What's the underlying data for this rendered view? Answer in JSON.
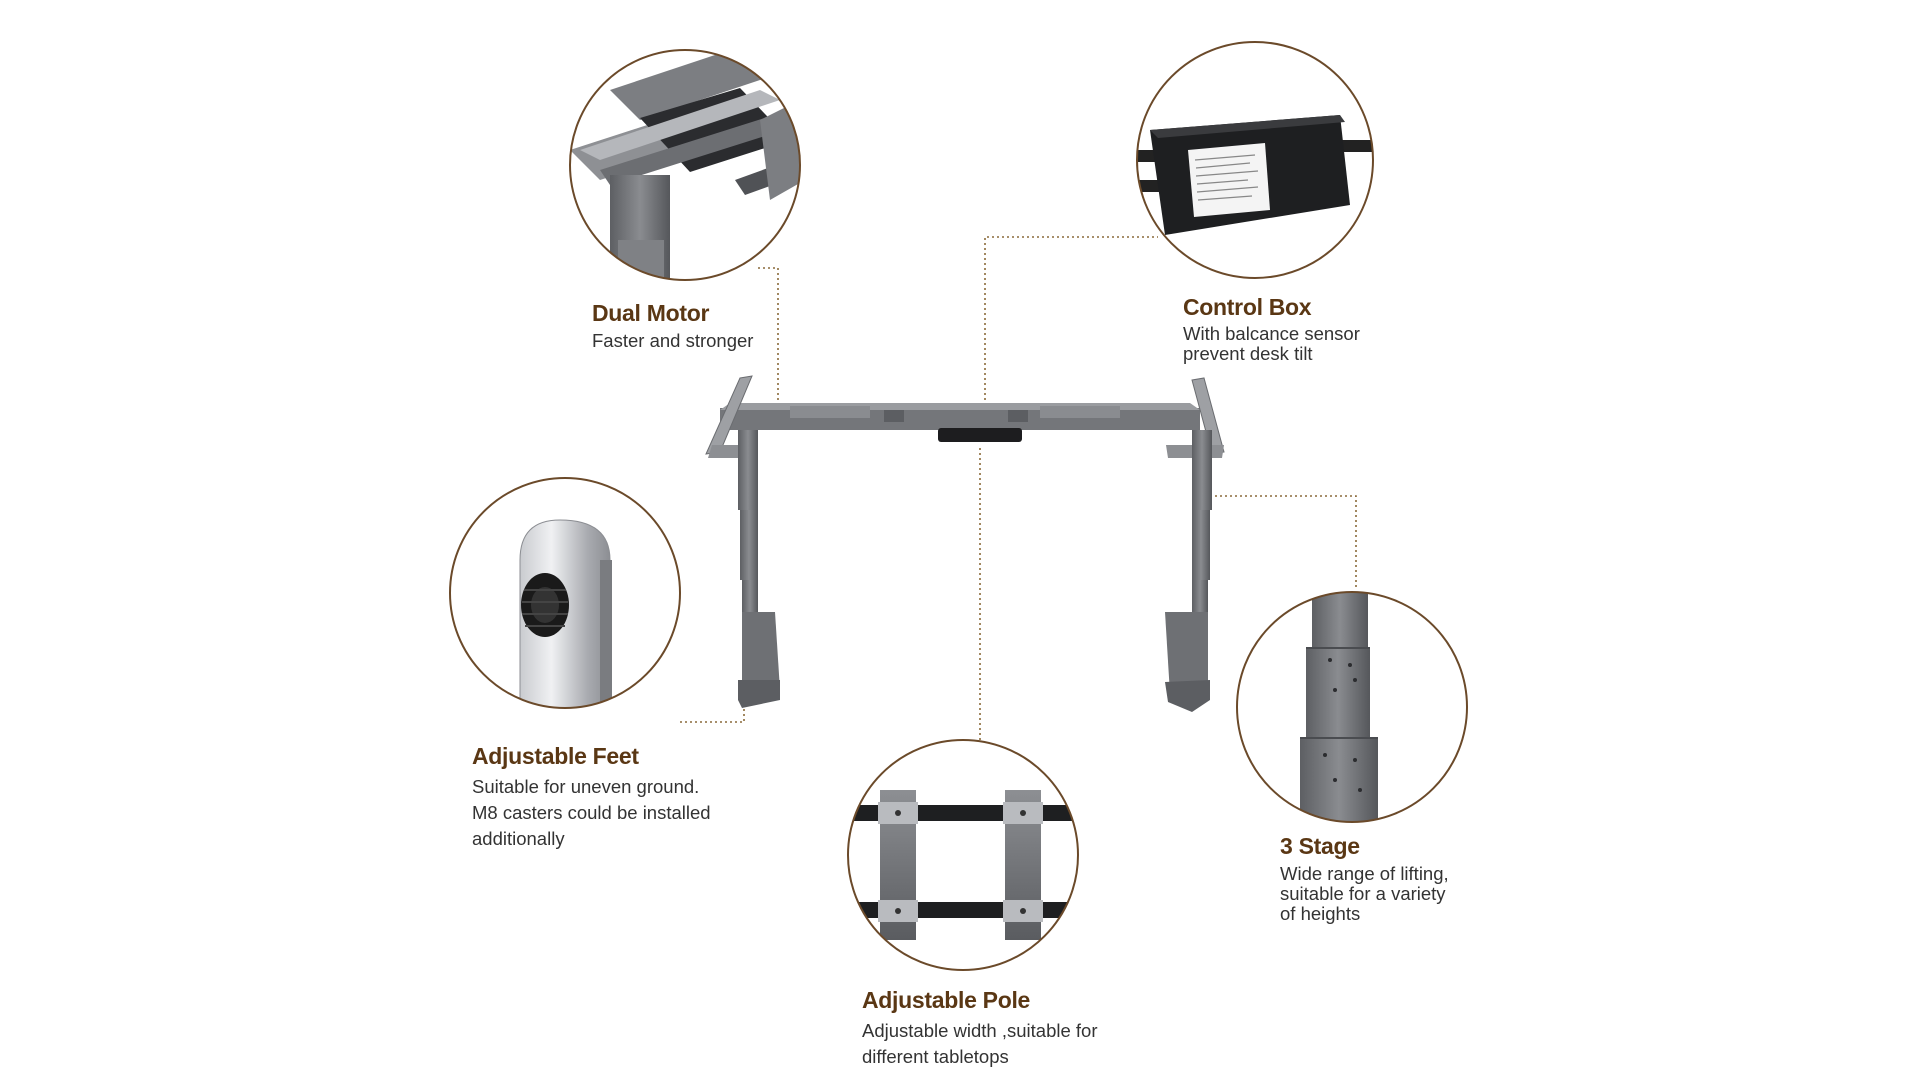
{
  "colors": {
    "title": "#5a3714",
    "circle_border": "#6b4a2a",
    "leader_line": "#8a6a3a",
    "frame": "#6d6f73"
  },
  "features": {
    "dual_motor": {
      "title": "Dual Motor",
      "lines": [
        "Faster and stronger"
      ],
      "icon": "motor-frame-closeup"
    },
    "control_box": {
      "title": "Control Box",
      "lines": [
        "With balcance sensor",
        "prevent desk tilt"
      ],
      "icon": "control-box-closeup"
    },
    "adjustable_feet": {
      "title": "Adjustable Feet",
      "lines": [
        "Suitable for uneven ground.",
        "M8 casters could be installed",
        "additionally"
      ],
      "icon": "leveling-foot-closeup"
    },
    "three_stage": {
      "title": "3 Stage",
      "lines": [
        "Wide range of lifting,",
        "suitable for a variety",
        "of heights"
      ],
      "icon": "three-stage-leg-closeup"
    },
    "adjustable_pole": {
      "title": "Adjustable Pole",
      "lines": [
        "Adjustable width ,suitable for",
        "different  tabletops"
      ],
      "icon": "crossbar-closeup"
    }
  }
}
